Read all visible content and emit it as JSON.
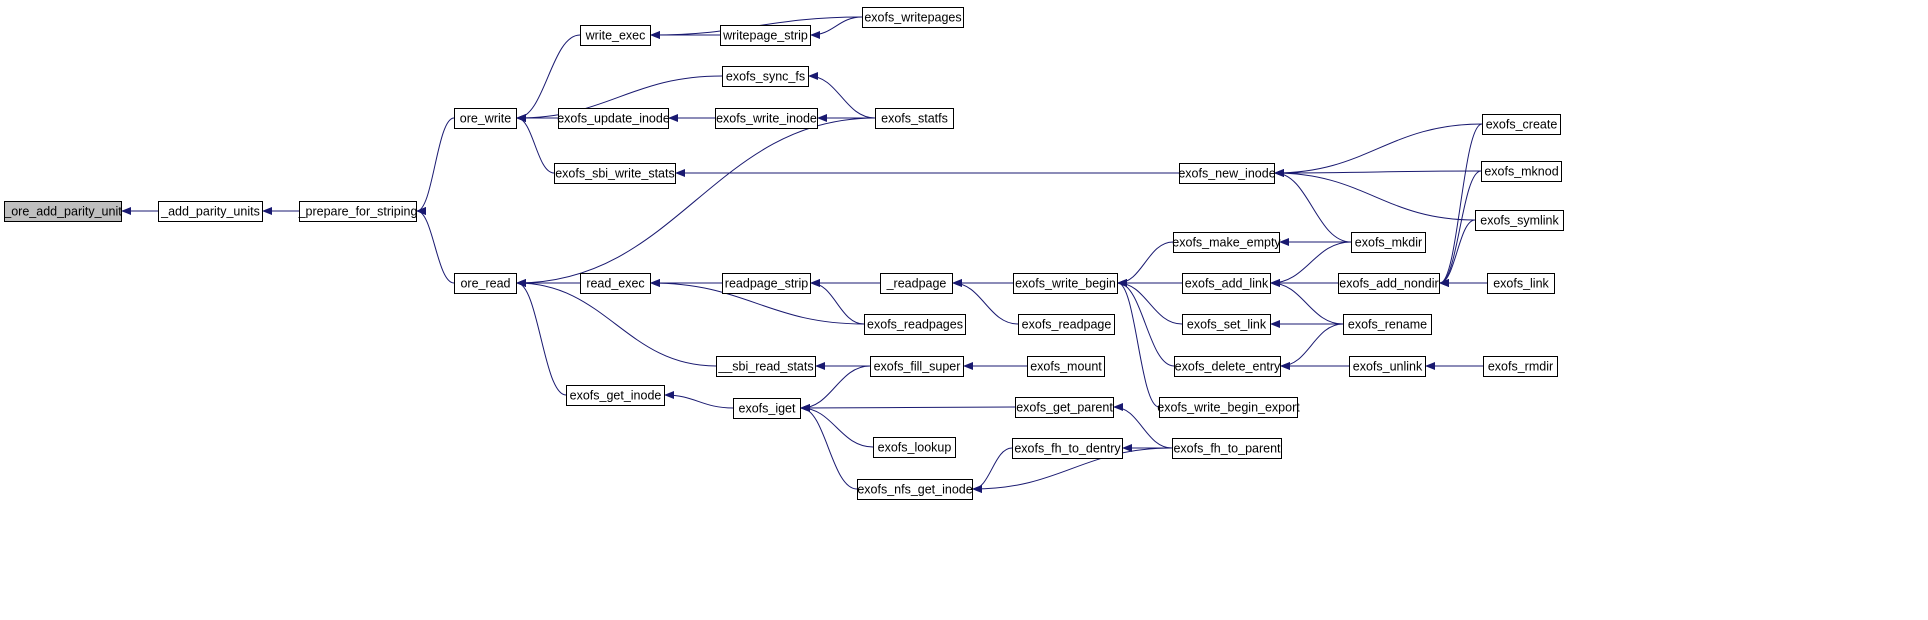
{
  "diagram": {
    "type": "call-graph",
    "colors": {
      "edge": "#191970",
      "node_border": "#000000",
      "root_fill": "#bfbfbf",
      "node_fill": "#ffffff"
    },
    "nodes": [
      {
        "id": "n_ore_add_parity_unit",
        "label": "_ore_add_parity_unit",
        "root": true
      },
      {
        "id": "n_add_parity_units",
        "label": "_add_parity_units"
      },
      {
        "id": "n_prepare_for_striping",
        "label": "_prepare_for_striping"
      },
      {
        "id": "n_ore_write",
        "label": "ore_write"
      },
      {
        "id": "n_ore_read",
        "label": "ore_read"
      },
      {
        "id": "n_write_exec",
        "label": "write_exec"
      },
      {
        "id": "n_exofs_sync_fs",
        "label": "exofs_sync_fs"
      },
      {
        "id": "n_exofs_update_inode",
        "label": "exofs_update_inode"
      },
      {
        "id": "n_exofs_sbi_write_stats",
        "label": "exofs_sbi_write_stats"
      },
      {
        "id": "n_read_exec",
        "label": "read_exec"
      },
      {
        "id": "n_sbi_read_stats",
        "label": "__sbi_read_stats"
      },
      {
        "id": "n_exofs_get_inode",
        "label": "exofs_get_inode"
      },
      {
        "id": "n_writepage_strip",
        "label": "writepage_strip"
      },
      {
        "id": "n_exofs_writepages",
        "label": "exofs_writepages"
      },
      {
        "id": "n_exofs_write_inode",
        "label": "exofs_write_inode"
      },
      {
        "id": "n_exofs_statfs",
        "label": "exofs_statfs"
      },
      {
        "id": "n_readpage_strip",
        "label": "readpage_strip"
      },
      {
        "id": "n_readpage",
        "label": "_readpage"
      },
      {
        "id": "n_exofs_readpages",
        "label": "exofs_readpages"
      },
      {
        "id": "n_exofs_readpage",
        "label": "exofs_readpage"
      },
      {
        "id": "n_exofs_iget",
        "label": "exofs_iget"
      },
      {
        "id": "n_exofs_fill_super",
        "label": "exofs_fill_super"
      },
      {
        "id": "n_exofs_mount",
        "label": "exofs_mount"
      },
      {
        "id": "n_exofs_lookup",
        "label": "exofs_lookup"
      },
      {
        "id": "n_exofs_get_parent",
        "label": "exofs_get_parent"
      },
      {
        "id": "n_exofs_nfs_get_inode",
        "label": "exofs_nfs_get_inode"
      },
      {
        "id": "n_exofs_fh_to_dentry",
        "label": "exofs_fh_to_dentry"
      },
      {
        "id": "n_exofs_fh_to_parent",
        "label": "exofs_fh_to_parent"
      },
      {
        "id": "n_exofs_write_begin",
        "label": "exofs_write_begin"
      },
      {
        "id": "n_exofs_write_begin_export",
        "label": "exofs_write_begin_export"
      },
      {
        "id": "n_exofs_new_inode",
        "label": "exofs_new_inode"
      },
      {
        "id": "n_exofs_make_empty",
        "label": "exofs_make_empty"
      },
      {
        "id": "n_exofs_add_link",
        "label": "exofs_add_link"
      },
      {
        "id": "n_exofs_set_link",
        "label": "exofs_set_link"
      },
      {
        "id": "n_exofs_delete_entry",
        "label": "exofs_delete_entry"
      },
      {
        "id": "n_exofs_mkdir",
        "label": "exofs_mkdir"
      },
      {
        "id": "n_exofs_add_nondir",
        "label": "exofs_add_nondir"
      },
      {
        "id": "n_exofs_rename",
        "label": "exofs_rename"
      },
      {
        "id": "n_exofs_unlink",
        "label": "exofs_unlink"
      },
      {
        "id": "n_exofs_create",
        "label": "exofs_create"
      },
      {
        "id": "n_exofs_mknod",
        "label": "exofs_mknod"
      },
      {
        "id": "n_exofs_symlink",
        "label": "exofs_symlink"
      },
      {
        "id": "n_exofs_link",
        "label": "exofs_link"
      },
      {
        "id": "n_exofs_rmdir",
        "label": "exofs_rmdir"
      }
    ],
    "edges": [
      {
        "from": "n_add_parity_units",
        "to": "n_ore_add_parity_unit"
      },
      {
        "from": "n_prepare_for_striping",
        "to": "n_add_parity_units"
      },
      {
        "from": "n_ore_write",
        "to": "n_prepare_for_striping"
      },
      {
        "from": "n_ore_read",
        "to": "n_prepare_for_striping"
      },
      {
        "from": "n_write_exec",
        "to": "n_ore_write"
      },
      {
        "from": "n_exofs_sync_fs",
        "to": "n_ore_write"
      },
      {
        "from": "n_exofs_update_inode",
        "to": "n_ore_write"
      },
      {
        "from": "n_exofs_sbi_write_stats",
        "to": "n_ore_write"
      },
      {
        "from": "n_exofs_writepages",
        "to": "n_write_exec"
      },
      {
        "from": "n_writepage_strip",
        "to": "n_write_exec"
      },
      {
        "from": "n_exofs_writepages",
        "to": "n_writepage_strip"
      },
      {
        "from": "n_exofs_statfs",
        "to": "n_exofs_sync_fs"
      },
      {
        "from": "n_exofs_write_inode",
        "to": "n_exofs_update_inode"
      },
      {
        "from": "n_exofs_statfs",
        "to": "n_exofs_write_inode"
      },
      {
        "from": "n_exofs_statfs",
        "to": "n_ore_read"
      },
      {
        "from": "n_exofs_new_inode",
        "to": "n_exofs_sbi_write_stats"
      },
      {
        "from": "n_read_exec",
        "to": "n_ore_read"
      },
      {
        "from": "n_sbi_read_stats",
        "to": "n_ore_read"
      },
      {
        "from": "n_exofs_get_inode",
        "to": "n_ore_read"
      },
      {
        "from": "n_readpage",
        "to": "n_read_exec"
      },
      {
        "from": "n_readpage_strip",
        "to": "n_read_exec"
      },
      {
        "from": "n_exofs_readpages",
        "to": "n_read_exec"
      },
      {
        "from": "n_readpage",
        "to": "n_readpage_strip"
      },
      {
        "from": "n_exofs_readpages",
        "to": "n_readpage_strip"
      },
      {
        "from": "n_exofs_write_begin",
        "to": "n_readpage"
      },
      {
        "from": "n_exofs_readpage",
        "to": "n_readpage"
      },
      {
        "from": "n_exofs_fill_super",
        "to": "n_sbi_read_stats"
      },
      {
        "from": "n_exofs_iget",
        "to": "n_exofs_get_inode"
      },
      {
        "from": "n_exofs_fill_super",
        "to": "n_exofs_iget"
      },
      {
        "from": "n_exofs_get_parent",
        "to": "n_exofs_iget"
      },
      {
        "from": "n_exofs_lookup",
        "to": "n_exofs_iget"
      },
      {
        "from": "n_exofs_nfs_get_inode",
        "to": "n_exofs_iget"
      },
      {
        "from": "n_exofs_mount",
        "to": "n_exofs_fill_super"
      },
      {
        "from": "n_exofs_fh_to_parent",
        "to": "n_exofs_get_parent"
      },
      {
        "from": "n_exofs_fh_to_dentry",
        "to": "n_exofs_nfs_get_inode"
      },
      {
        "from": "n_exofs_fh_to_parent",
        "to": "n_exofs_nfs_get_inode"
      },
      {
        "from": "n_exofs_fh_to_parent",
        "to": "n_exofs_fh_to_dentry"
      },
      {
        "from": "n_exofs_make_empty",
        "to": "n_exofs_write_begin"
      },
      {
        "from": "n_exofs_add_link",
        "to": "n_exofs_write_begin"
      },
      {
        "from": "n_exofs_set_link",
        "to": "n_exofs_write_begin"
      },
      {
        "from": "n_exofs_delete_entry",
        "to": "n_exofs_write_begin"
      },
      {
        "from": "n_exofs_write_begin_export",
        "to": "n_exofs_write_begin"
      },
      {
        "from": "n_exofs_create",
        "to": "n_exofs_new_inode"
      },
      {
        "from": "n_exofs_mknod",
        "to": "n_exofs_new_inode"
      },
      {
        "from": "n_exofs_symlink",
        "to": "n_exofs_new_inode"
      },
      {
        "from": "n_exofs_mkdir",
        "to": "n_exofs_new_inode"
      },
      {
        "from": "n_exofs_mkdir",
        "to": "n_exofs_make_empty"
      },
      {
        "from": "n_exofs_mkdir",
        "to": "n_exofs_add_link"
      },
      {
        "from": "n_exofs_add_nondir",
        "to": "n_exofs_add_link"
      },
      {
        "from": "n_exofs_rename",
        "to": "n_exofs_add_link"
      },
      {
        "from": "n_exofs_rename",
        "to": "n_exofs_set_link"
      },
      {
        "from": "n_exofs_rename",
        "to": "n_exofs_delete_entry"
      },
      {
        "from": "n_exofs_unlink",
        "to": "n_exofs_delete_entry"
      },
      {
        "from": "n_exofs_create",
        "to": "n_exofs_add_nondir"
      },
      {
        "from": "n_exofs_mknod",
        "to": "n_exofs_add_nondir"
      },
      {
        "from": "n_exofs_symlink",
        "to": "n_exofs_add_nondir"
      },
      {
        "from": "n_exofs_link",
        "to": "n_exofs_add_nondir"
      },
      {
        "from": "n_exofs_rmdir",
        "to": "n_exofs_unlink"
      }
    ]
  }
}
